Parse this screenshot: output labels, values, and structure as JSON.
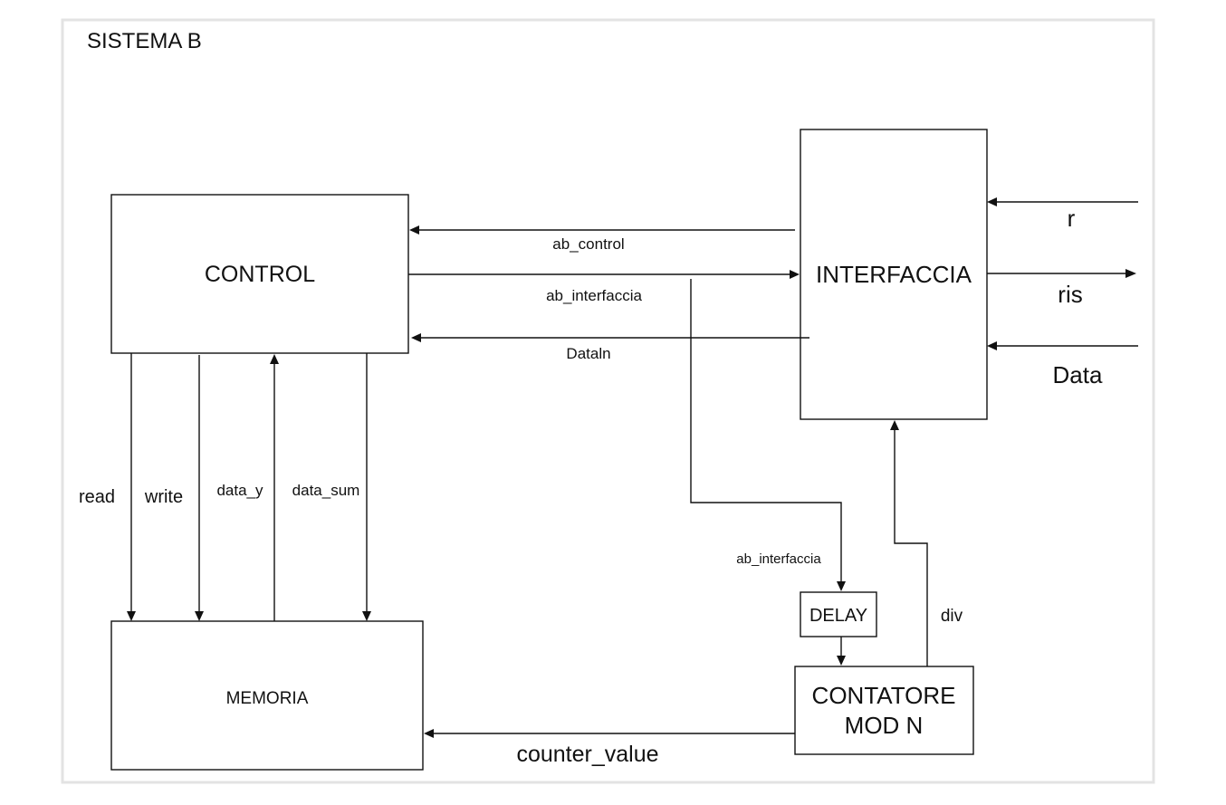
{
  "diagram": {
    "title": "SISTEMA B",
    "blocks": {
      "control": "CONTROL",
      "memoria": "MEMORIA",
      "interfaccia": "INTERFACCIA",
      "delay": "DELAY",
      "contatore_line1": "CONTATORE",
      "contatore_line2": "MOD N"
    },
    "signals": {
      "ab_control": "ab_control",
      "ab_interfaccia": "ab_interfaccia",
      "dataln": "Dataln",
      "read": "read",
      "write": "write",
      "data_y": "data_y",
      "data_sum": "data_sum",
      "ab_interfaccia_delay": "ab_interfaccia",
      "div": "div",
      "counter_value": "counter_value",
      "r": "r",
      "ris": "ris",
      "data": "Data"
    }
  }
}
